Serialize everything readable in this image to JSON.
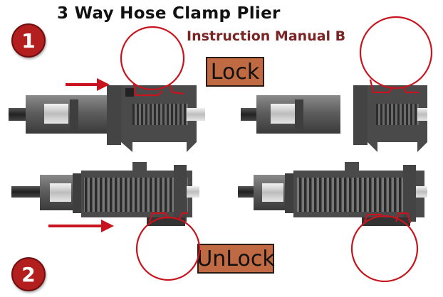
{
  "title": "3 Way Hose Clamp Plier",
  "subtitle": "Instruction Manual B",
  "steps": {
    "one": "1",
    "two": "2"
  },
  "labels": {
    "lock": "Lock",
    "unlock": "UnLock"
  },
  "colors": {
    "accent_red": "#b31e1e",
    "label_fill": "#c06a44",
    "subtitle_color": "#7a2424",
    "clamp_wire": "#c8141e",
    "arrow": "#c8141e"
  },
  "icons": {
    "arrow": "arrow-right",
    "clamp": "hose-clamp",
    "tool": "plier-mechanism"
  }
}
